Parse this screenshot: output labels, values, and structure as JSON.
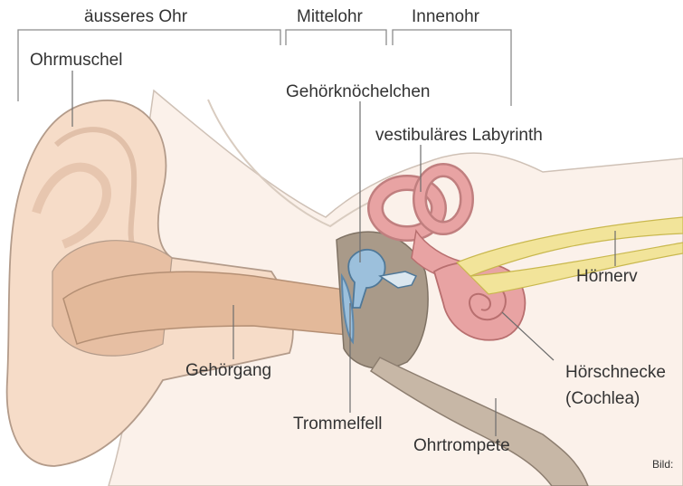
{
  "sections": {
    "outer_ear": "äusseres Ohr",
    "middle_ear": "Mittelohr",
    "inner_ear": "Innenohr"
  },
  "labels": {
    "pinna": "Ohrmuschel",
    "ossicles": "Gehörknöchelchen",
    "vestibular": "vestibuläres Labyrinth",
    "auditory_nerve": "Hörnerv",
    "cochlea_line1": "Hörschnecke",
    "cochlea_line2": "(Cochlea)",
    "ear_canal": "Gehörgang",
    "eardrum": "Trommelfell",
    "eustachian": "Ohrtrompete"
  },
  "credit": "Bild:",
  "colors": {
    "skin": "#f6dcc8",
    "skin_dark": "#e7bfa3",
    "canal": "#e3b99a",
    "cavity": "#a99a89",
    "eardrum": "#9cc0dc",
    "labyrinth": "#e8a3a3",
    "nerve": "#f2e49a",
    "text": "#333333",
    "leader": "#6d6d6d"
  }
}
